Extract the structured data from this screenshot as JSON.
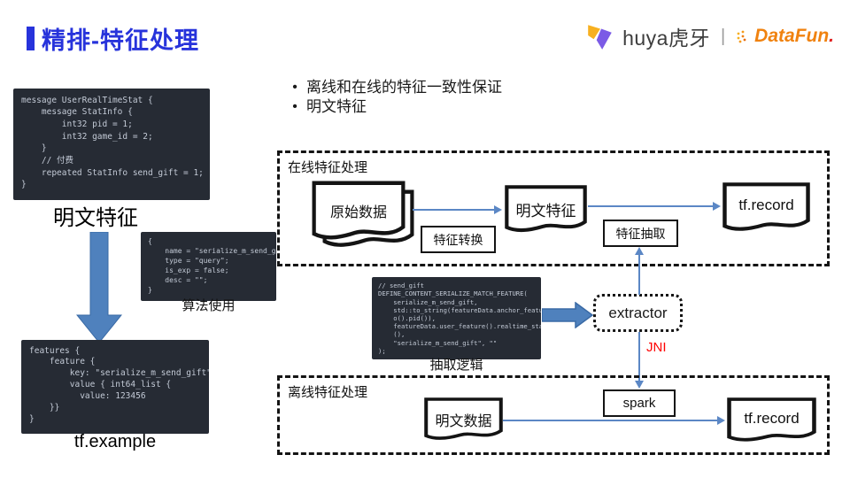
{
  "slide": {
    "title": "精排-特征处理",
    "logo": {
      "huya": "huya虎牙",
      "divider": "|",
      "datafun": "DataFun",
      "datafun_dot": "."
    }
  },
  "bullets": [
    "离线和在线的特征一致性保证",
    "明文特征"
  ],
  "left": {
    "proto_code": "message UserRealTimeStat {\n    message StatInfo {\n        int32 pid = 1;\n        int32 game_id = 2;\n    }\n    // 付费\n    repeated StatInfo send_gift = 1;\n}",
    "plain_feature_label": "明文特征",
    "config_code": "{\n    name = \"serialize_m_send_gift\";\n    type = \"query\";\n    is_exp = false;\n    desc = \"\";\n}",
    "config_caption": "算法使用",
    "example_code": "features {\n    feature {\n        key: \"serialize_m_send_gift\"\n        value { int64_list {\n          value: 123456\n    }}\n}",
    "example_caption": "tf.example"
  },
  "online": {
    "title": "在线特征处理",
    "raw_data": "原始数据",
    "transform": "特征转换",
    "plain_feature": "明文特征",
    "extract": "特征抽取",
    "tf_record": "tf.record"
  },
  "middle": {
    "extract_code": "// send_gift\nDEFINE_CONTENT_SERIALIZE_MATCH_FEATURE(\n    serialize_m_send_gift,\n    std::to_string(featureData.anchor_feature().base_inf\n    o().pid()),\n    featureData.user_feature().realtime_stat().send_gift\n    (),\n    \"serialize_m_send_gift\", \"\"\n);",
    "extract_caption": "抽取逻辑",
    "extractor": "extractor",
    "jni": "JNI"
  },
  "offline": {
    "title": "离线特征处理",
    "plain_data": "明文数据",
    "spark": "spark",
    "tf_record": "tf.record"
  },
  "colors": {
    "title_blue": "#2733db",
    "block_arrow_blue": "#4f81bd",
    "connector_blue": "#5b87c5",
    "jni_red": "#fe0000",
    "code_bg": "#262b34",
    "code_text": "#c3cad6"
  }
}
